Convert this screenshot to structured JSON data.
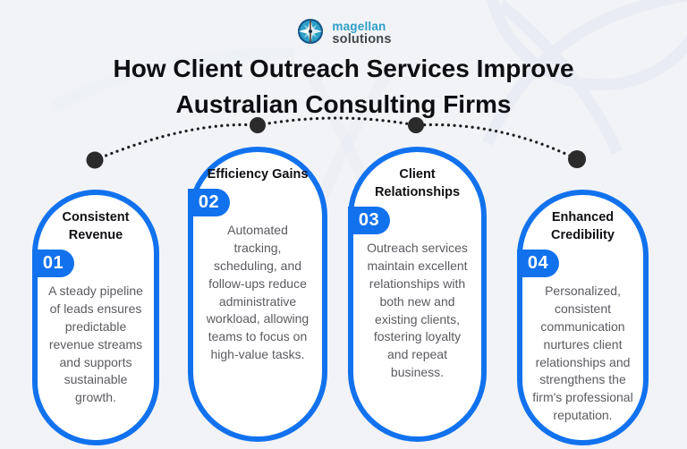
{
  "logo": {
    "icon": "compass-rose-icon",
    "brand_top": "magellan",
    "brand_bottom": "solutions"
  },
  "title": {
    "line1": "How Client Outreach Services Improve",
    "line2": "Australian Consulting Firms"
  },
  "cards": [
    {
      "number": "01",
      "title": "Consistent Revenue",
      "description": "A steady pipeline of leads ensures predictable revenue streams and supports sustainable growth."
    },
    {
      "number": "02",
      "title": "Efficiency Gains",
      "description": "Automated tracking, scheduling, and follow-ups reduce administrative workload, allowing teams to focus on high-value tasks."
    },
    {
      "number": "03",
      "title": "Client Relationships",
      "description": "Outreach services maintain excellent relationships with both new and existing clients, fostering loyalty and repeat business."
    },
    {
      "number": "04",
      "title": "Enhanced Credibility",
      "description": "Personalized, consistent communication nurtures client relationships and strengthens the firm's professional reputation."
    }
  ],
  "colors": {
    "accent_blue": "#1272EE",
    "background": "#F2F3F7",
    "card_background": "#FFFFFF",
    "heading_text": "#101014",
    "body_text": "#5A5B60",
    "dot_color": "#2B2B2B",
    "badge_text": "#FFFFFF",
    "logo_teal": "#2D9FC7",
    "logo_dark": "#41484E"
  }
}
